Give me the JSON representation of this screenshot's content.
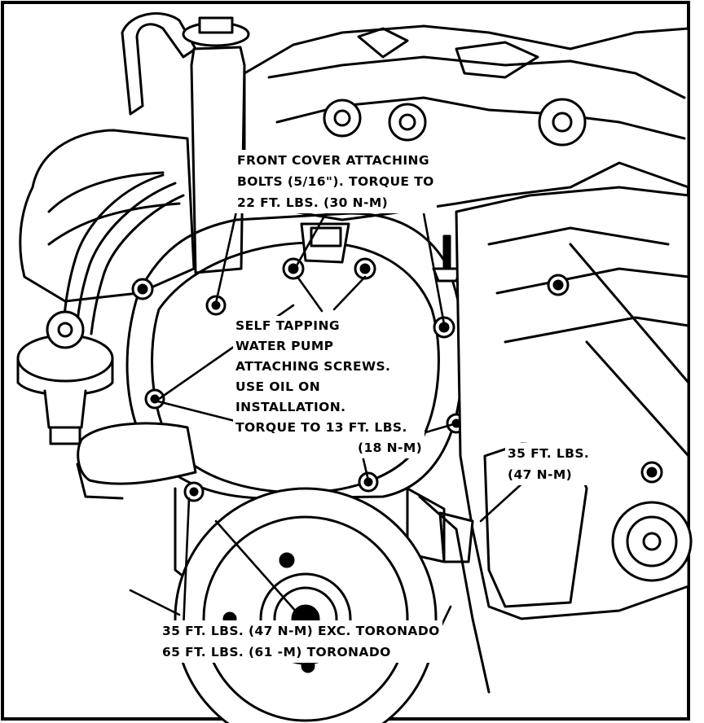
{
  "callouts": {
    "front_cover": {
      "lines": [
        "FRONT COVER ATTACHING",
        "BOLTS (5/16\"). TORQUE TO",
        "22 FT. LBS. (30 N-m)"
      ]
    },
    "water_pump": {
      "lines": [
        "SELF TAPPING",
        "WATER PUMP",
        "ATTACHING SCREWS.",
        "USE OIL ON",
        "INSTALLATION.",
        "TORQUE TO 13 FT. LBS.",
        "(18 N-m)"
      ]
    },
    "right_bolt": {
      "lines": [
        "35 FT. LBS.",
        "(47 N-m)"
      ]
    },
    "bottom": {
      "lines": [
        "35 FT. LBS. (47 N-m) EXC. TORONADO",
        "65 FT. LBS. (61 -m) TORONADO"
      ]
    }
  },
  "colors": {
    "ink": "#000000",
    "paper": "#ffffff"
  }
}
